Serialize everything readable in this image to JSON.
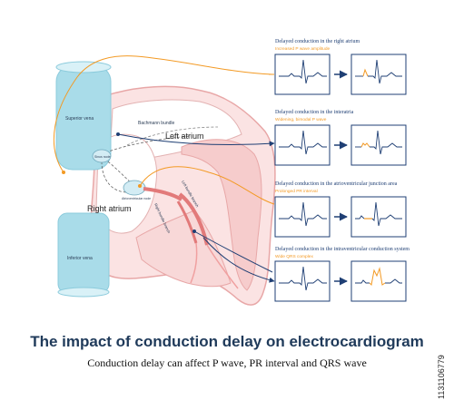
{
  "title": "The impact of conduction delay on electrocardiogram",
  "subtitle": "Conduction delay can affect P wave, PR interval and QRS wave",
  "stock_id": "1131106779",
  "labels": {
    "superior_vena": "Superior vena",
    "inferior_vena": "Inferior vena",
    "bachmann": "Bachmann bundle",
    "left_atrium": "Left atrium",
    "right_atrium": "Right atrium",
    "sinus_node": "Sinus node",
    "av_node": "Atrioventricular node",
    "left_bundle": "Left bundle branch",
    "right_bundle": "Right bundle branch"
  },
  "panels": [
    {
      "heading": "Delayed conduction in the right atrium",
      "detail": "Increased P wave amplitude"
    },
    {
      "heading": "Delayed conduction in the interatria",
      "detail": "Widening, bimodal P wave"
    },
    {
      "heading": "Delayed conduction in the atrioventricular junction area",
      "detail": "Prolonged PR interval"
    },
    {
      "heading": "Delayed conduction in the intraventricular conduction system",
      "detail": "Wide QRS complex"
    }
  ],
  "colors": {
    "orange": "#f39a24",
    "navy": "#1f3f74",
    "vein": "#a9dce9",
    "heart_fill": "#fbe3e3",
    "heart_stroke": "#e8a7a7",
    "title": "#1f3a5a"
  }
}
